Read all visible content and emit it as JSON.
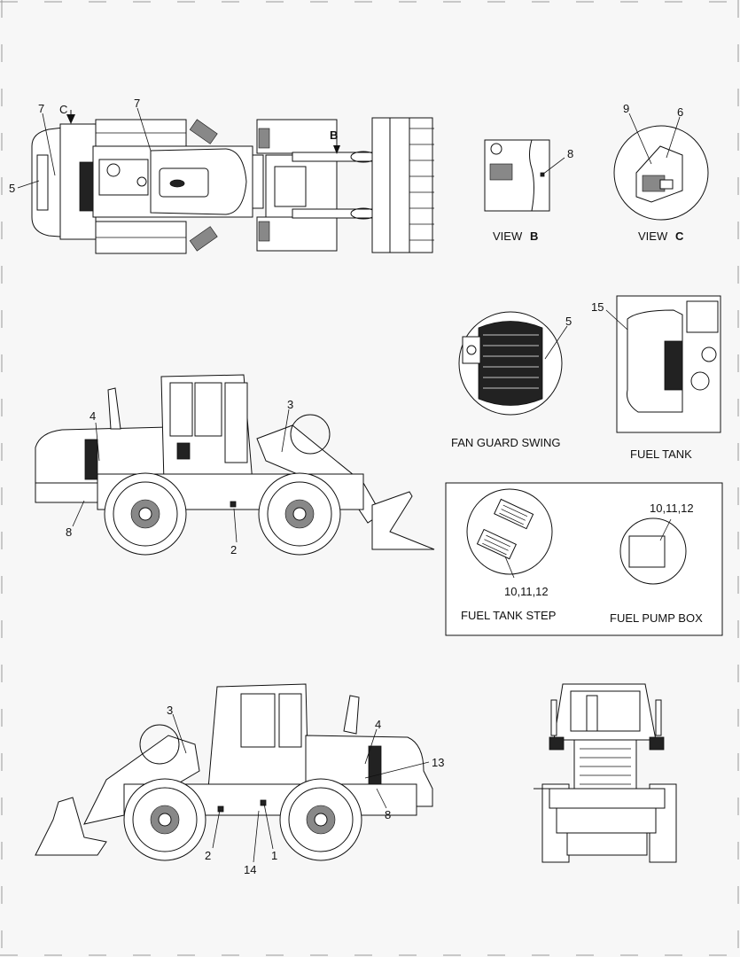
{
  "callouts": {
    "top_7a": "7",
    "top_c": "C",
    "top_7b": "7",
    "top_5": "5",
    "top_b": "B",
    "viewb_8": "8",
    "viewc_9": "9",
    "viewc_6": "6",
    "fan_5": "5",
    "tank_15": "15",
    "side1_4": "4",
    "side1_3": "3",
    "side1_8": "8",
    "side1_2": "2",
    "step_nums": "10,11,12",
    "pump_nums": "10,11,12",
    "side2_3": "3",
    "side2_4": "4",
    "side2_13": "13",
    "side2_8": "8",
    "side2_2": "2",
    "side2_1": "1",
    "side2_14": "14"
  },
  "captions": {
    "view_b_prefix": "VIEW",
    "view_b_letter": "B",
    "view_c_prefix": "VIEW",
    "view_c_letter": "C",
    "fan_guard": "FAN GUARD SWING",
    "fuel_tank": "FUEL TANK",
    "fuel_tank_step": "FUEL TANK STEP",
    "fuel_pump_box": "FUEL PUMP BOX"
  }
}
